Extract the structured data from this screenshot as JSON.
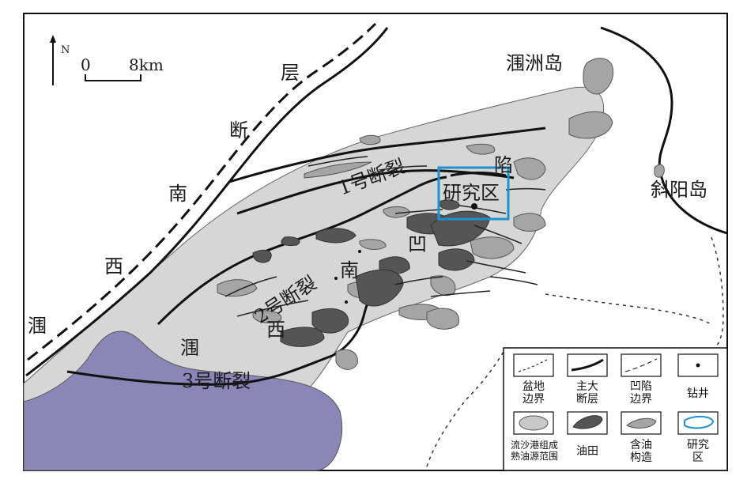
{
  "map": {
    "north_label": "N",
    "scale": {
      "zero": "0",
      "distance": "8km"
    },
    "labels": {
      "weizhou_island": "涠洲岛",
      "xieyang_island": "斜阳岛",
      "fault_1": "1号断裂",
      "fault_2": "2号断裂",
      "fault_3": "3号断裂",
      "study_area": "研究区",
      "sw_fault_chars": [
        "涠",
        "西",
        "南",
        "断",
        "层"
      ],
      "sag_upper": [
        "陷",
        "凹"
      ],
      "sag_lower": [
        "涠",
        "西",
        "南"
      ]
    }
  },
  "legend": {
    "items": [
      {
        "text": [
          "盆地",
          "边界"
        ]
      },
      {
        "text": [
          "主大",
          "断层"
        ]
      },
      {
        "text": [
          "凹陷",
          "边界"
        ]
      },
      {
        "text": [
          "钻井"
        ]
      },
      {
        "text": [
          "流沙港组成",
          "熟油源范围"
        ]
      },
      {
        "text": [
          "油田"
        ]
      },
      {
        "text": [
          "含油",
          "构造"
        ]
      },
      {
        "text": [
          "研究",
          "区"
        ]
      }
    ]
  },
  "colors": {
    "basin_fill": "#d6d6d6",
    "source_rock": "#8a86b8",
    "oil_field": "#555555",
    "oil_structure": "#a5a5a5",
    "study_box": "#1d92cf",
    "line": "#111111"
  }
}
